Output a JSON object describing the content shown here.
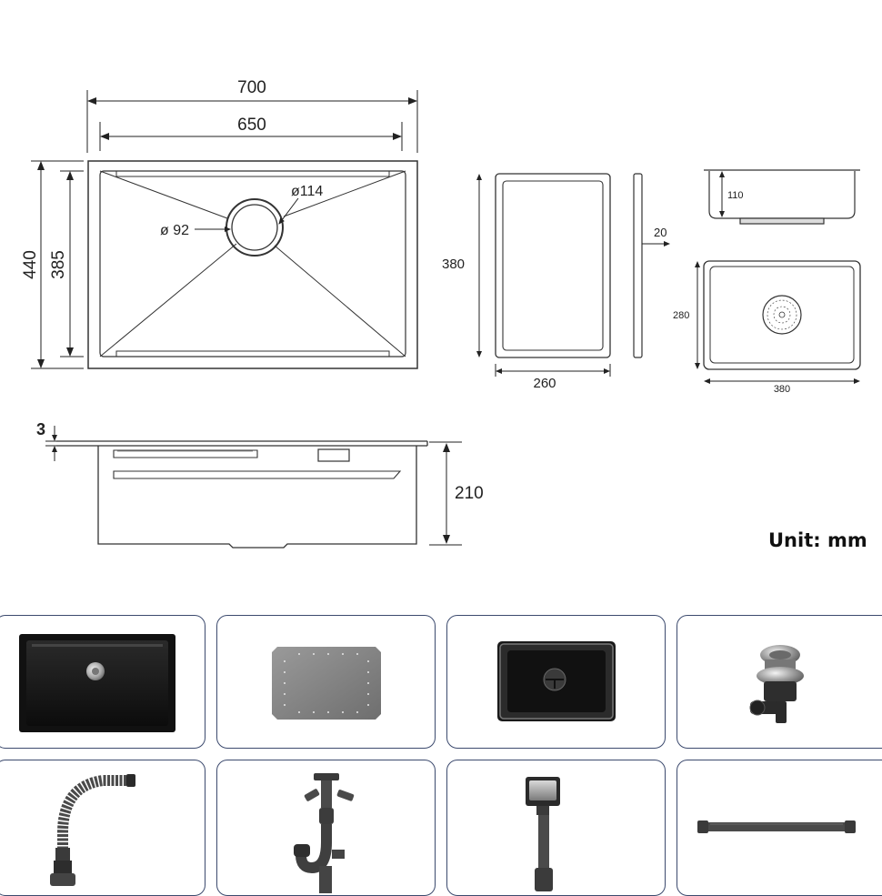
{
  "dimensions": {
    "sink_outer_width": "700",
    "sink_inner_width": "650",
    "sink_outer_depth": "440",
    "sink_inner_depth": "385",
    "drain_inner_diameter": "ø 92",
    "drain_outer_diameter": "ø114",
    "board_length": "380",
    "board_width": "260",
    "board_thickness": "20",
    "basket_height": "110",
    "basket_depth": "280",
    "basket_width": "380",
    "flange_thickness": "3",
    "sink_height": "210"
  },
  "unit_label": "Unit: mm",
  "accessories": [
    {
      "name": "sink-bowl"
    },
    {
      "name": "cutting-board"
    },
    {
      "name": "drain-basket"
    },
    {
      "name": "strainer-drain"
    },
    {
      "name": "flexible-hose"
    },
    {
      "name": "p-trap-pipe"
    },
    {
      "name": "overflow-drain"
    },
    {
      "name": "straight-pipe"
    }
  ]
}
